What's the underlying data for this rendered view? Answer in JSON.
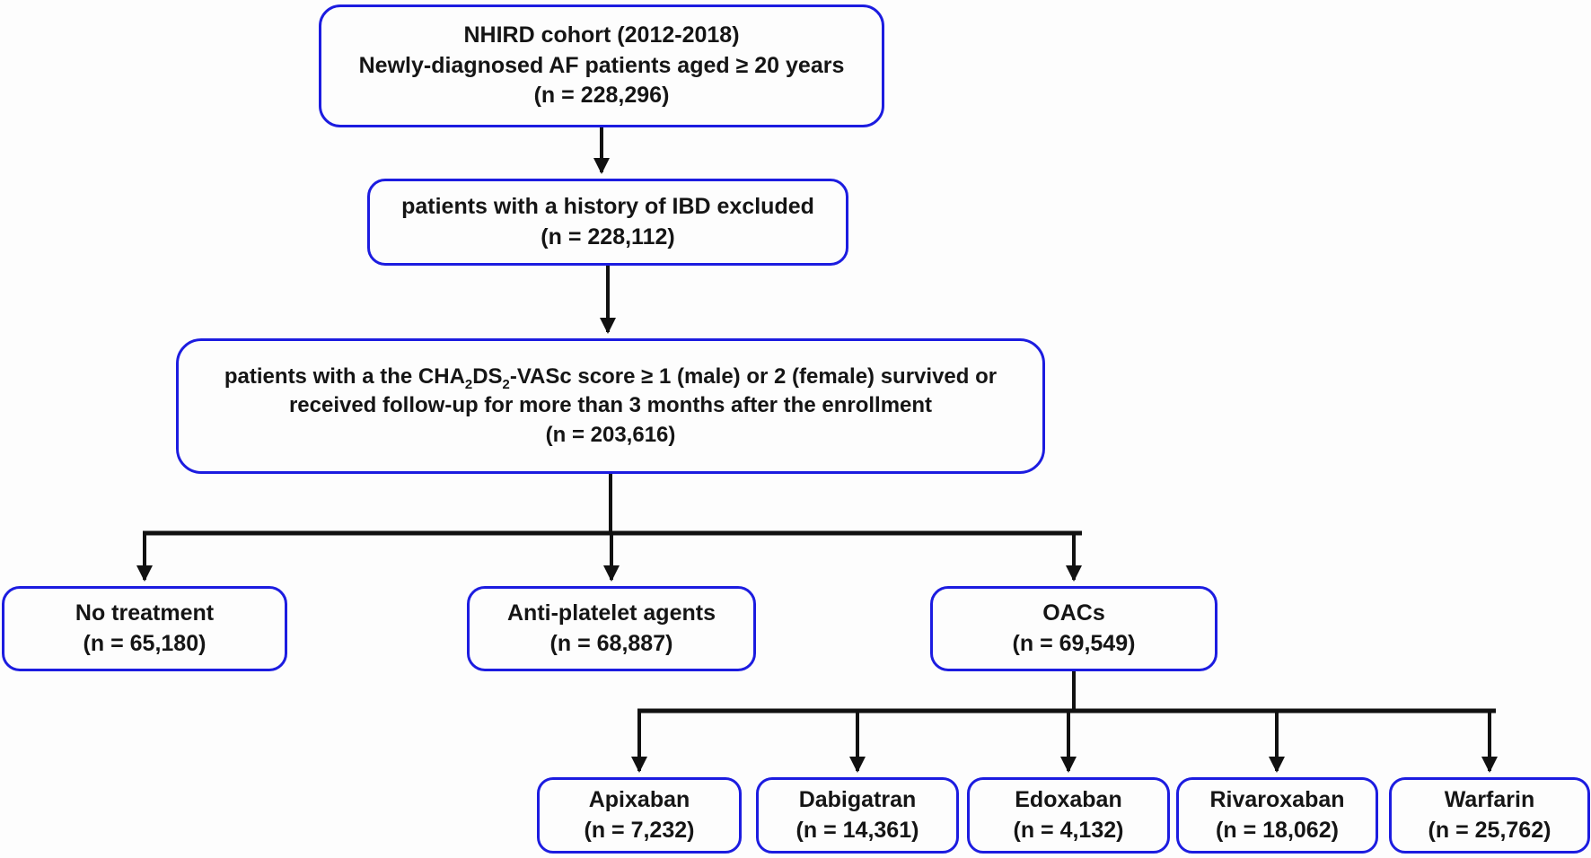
{
  "colors": {
    "box_border": "#1c1ce0",
    "arrow": "#111111",
    "text": "#151515",
    "background": "#fdfdfd"
  },
  "boxes": {
    "cohort": {
      "lines": [
        "NHIRD cohort (2012-2018)",
        "Newly-diagnosed AF patients aged ≥ 20 years",
        "(n = 228,296)"
      ]
    },
    "ibd_excluded": {
      "lines": [
        "patients with a history of IBD excluded",
        "(n = 228,112)"
      ]
    },
    "eligible": {
      "line1": {
        "t1": "patients with a the CHA",
        "sub1": "2",
        "t2": "DS",
        "sub2": "2",
        "t3": "-VASc score ≥ 1 (male) or 2 (female) survived or"
      },
      "line2": "received follow-up for more than 3 months after the enrollment",
      "line3": "(n = 203,616)"
    },
    "no_treatment": {
      "lines": [
        "No treatment",
        "(n = 65,180)"
      ]
    },
    "anti_platelet": {
      "lines": [
        "Anti-platelet agents",
        "(n = 68,887)"
      ]
    },
    "oacs": {
      "lines": [
        "OACs",
        "(n = 69,549)"
      ]
    },
    "apixaban": {
      "lines": [
        "Apixaban",
        "(n = 7,232)"
      ]
    },
    "dabigatran": {
      "lines": [
        "Dabigatran",
        "(n = 14,361)"
      ]
    },
    "edoxaban": {
      "lines": [
        "Edoxaban",
        "(n = 4,132)"
      ]
    },
    "rivaroxaban": {
      "lines": [
        "Rivaroxaban",
        "(n = 18,062)"
      ]
    },
    "warfarin": {
      "lines": [
        "Warfarin",
        "(n = 25,762)"
      ]
    }
  },
  "edges": [
    "cohort -> ibd_excluded",
    "ibd_excluded -> eligible",
    "eligible -> no_treatment",
    "eligible -> anti_platelet",
    "eligible -> oacs",
    "oacs -> apixaban",
    "oacs -> dabigatran",
    "oacs -> edoxaban",
    "oacs -> rivaroxaban",
    "oacs -> warfarin"
  ]
}
